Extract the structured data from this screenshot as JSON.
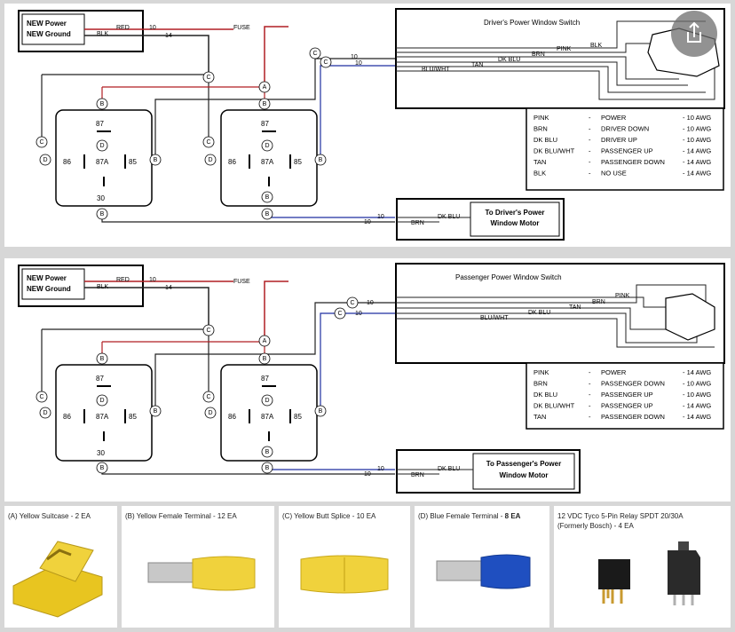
{
  "top_diagram": {
    "power_box": [
      "NEW Power",
      "NEW Ground"
    ],
    "wires": {
      "red": "RED",
      "blk": "BLK",
      "ten": "10",
      "fourteen": "14",
      "fuse": "FUSE"
    },
    "switch_title": "Driver's Power Window Switch",
    "switch_wires": {
      "pink": "PINK",
      "blk": "BLK",
      "brn": "BRN",
      "dkblu": "DK BLU",
      "tan": "TAN",
      "bluwht": "BLU/WHT"
    },
    "legend": [
      [
        "PINK",
        "-",
        "POWER",
        "- 10 AWG"
      ],
      [
        "BRN",
        "-",
        "DRIVER DOWN",
        "- 10 AWG"
      ],
      [
        "DK BLU",
        "-",
        "DRIVER UP",
        "- 10 AWG"
      ],
      [
        "DK BLU/WHT",
        "-",
        "PASSENGER UP",
        "- 14 AWG"
      ],
      [
        "TAN",
        "-",
        "PASSENGER DOWN",
        "- 14 AWG"
      ],
      [
        "BLK",
        "-",
        "NO USE",
        "- 14 AWG"
      ]
    ],
    "motor_box": [
      "To Driver's Power",
      "Window Motor"
    ],
    "motor_wires": {
      "brn": "BRN",
      "dkblu": "DK BLU"
    }
  },
  "bottom_diagram": {
    "power_box": [
      "NEW Power",
      "NEW Ground"
    ],
    "wires": {
      "red": "RED",
      "blk": "BLK",
      "ten": "10",
      "fourteen": "14",
      "fuse": "FUSE"
    },
    "switch_title": "Passenger Power Window Switch",
    "switch_wires": {
      "pink": "PINK",
      "brn": "BRN",
      "tan": "TAN",
      "dkblu": "DK BLU",
      "bluwht": "BLU/WHT"
    },
    "legend": [
      [
        "PINK",
        "-",
        "POWER",
        "- 14 AWG"
      ],
      [
        "BRN",
        "-",
        "PASSENGER DOWN",
        "- 10 AWG"
      ],
      [
        "DK BLU",
        "-",
        "PASSENGER UP",
        "- 10 AWG"
      ],
      [
        "DK BLU/WHT",
        "-",
        "PASSENGER UP",
        "- 14 AWG"
      ],
      [
        "TAN",
        "-",
        "PASSENGER DOWN",
        "- 14 AWG"
      ]
    ],
    "motor_box": [
      "To Passenger's Power",
      "Window Motor"
    ],
    "motor_wires": {
      "brn": "BRN",
      "dkblu": "DK BLU"
    }
  },
  "relay_pins": {
    "p87": "87",
    "p86": "86",
    "p87a": "87A",
    "p85": "85",
    "p30": "30"
  },
  "connector_letters": {
    "a": "A",
    "b": "B",
    "c": "C",
    "d": "D"
  },
  "parts": [
    {
      "caption": "(A) Yellow Suitcase - 2 EA",
      "icon": "suitcase-connector-icon"
    },
    {
      "caption": "(B) Yellow Female Terminal - 12 EA",
      "icon": "yellow-female-terminal-icon"
    },
    {
      "caption": "(C) Yellow Butt Splice - 10 EA",
      "icon": "butt-splice-icon"
    },
    {
      "caption": "(D) Blue Female Terminal - ",
      "caption_bold": "8 EA",
      "icon": "blue-female-terminal-icon"
    },
    {
      "caption": "12 VDC Tyco 5-Pin Relay SPDT 20/30A",
      "caption2": "(Formerly Bosch) - 4 EA",
      "icon": "relay-icon"
    }
  ],
  "colors": {
    "red_wire": "#b01e23",
    "blue_wire": "#1f2fa0",
    "black_wire": "#222222",
    "terminal_yellow": "#f0d23c",
    "terminal_blue": "#1f4fc0",
    "share_overlay": "#6e6e6e"
  },
  "share_button": {
    "icon": "share-icon"
  }
}
